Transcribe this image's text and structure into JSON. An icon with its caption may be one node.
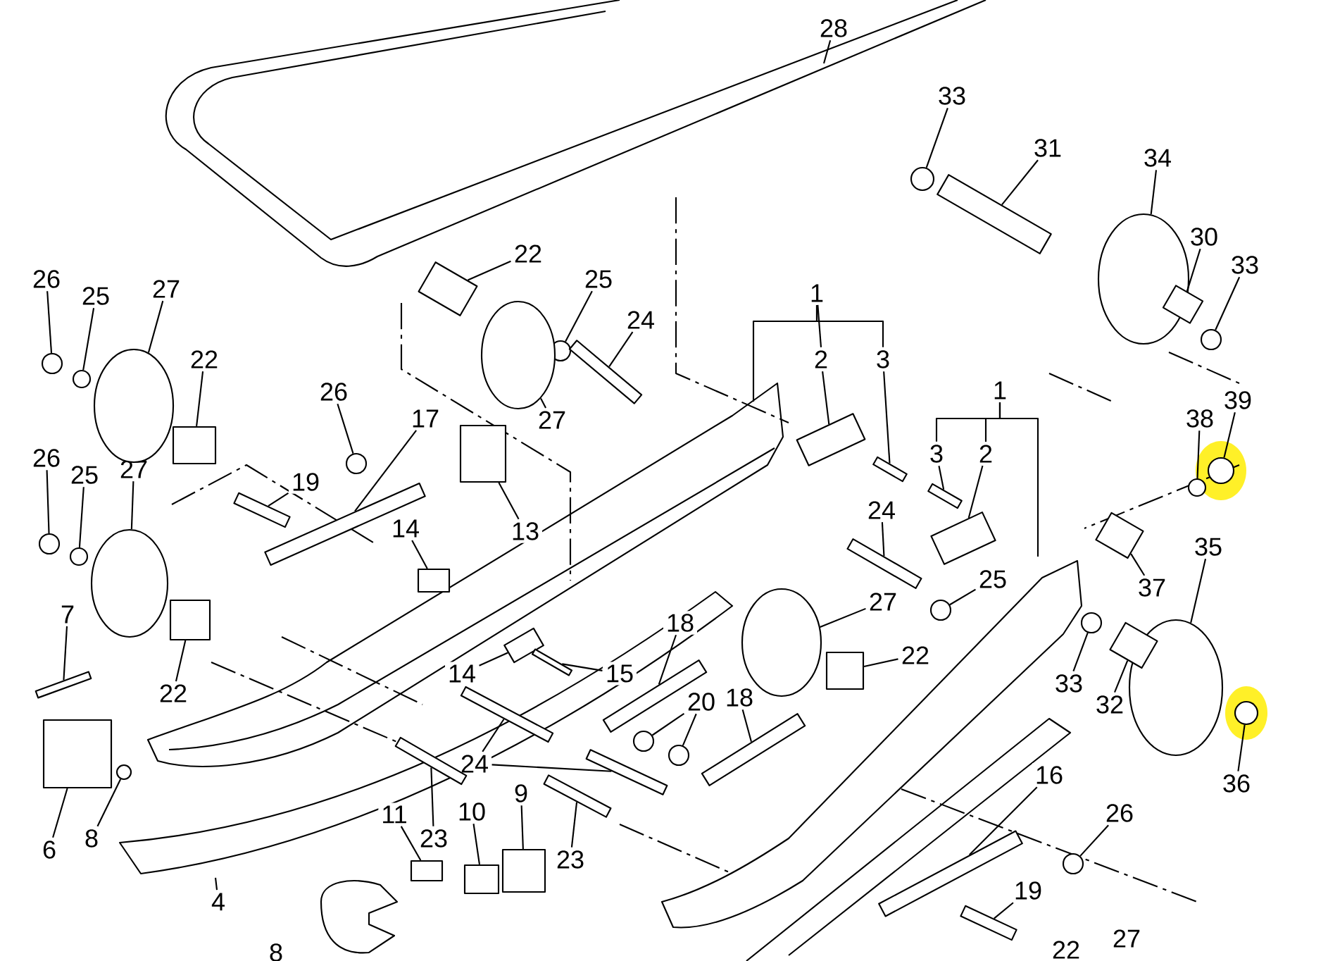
{
  "diagram": {
    "nodes": [
      {
        "text": [
          "28"
        ]
      },
      {
        "text": [
          "33"
        ]
      },
      {
        "text": [
          "31"
        ]
      },
      {
        "text": [
          "34"
        ]
      },
      {
        "text": [
          "30"
        ]
      },
      {
        "text": [
          "22"
        ]
      },
      {
        "text": [
          "33"
        ]
      },
      {
        "text": [
          "26"
        ]
      },
      {
        "text": [
          "25"
        ]
      },
      {
        "text": [
          "27"
        ]
      },
      {
        "text": [
          "1"
        ]
      },
      {
        "text": [
          "25"
        ]
      },
      {
        "text": [
          "24"
        ]
      },
      {
        "text": [
          "22"
        ]
      },
      {
        "text": [
          "2"
        ]
      },
      {
        "text": [
          "3"
        ]
      },
      {
        "text": [
          "1"
        ]
      },
      {
        "text": [
          "26"
        ]
      },
      {
        "text": [
          "39"
        ]
      },
      {
        "text": [
          "17"
        ]
      },
      {
        "text": [
          "27"
        ]
      },
      {
        "text": [
          "38"
        ]
      },
      {
        "text": [
          "3"
        ]
      },
      {
        "text": [
          "2"
        ]
      },
      {
        "text": [
          "26"
        ]
      },
      {
        "text": [
          "25"
        ]
      },
      {
        "text": [
          "27"
        ]
      },
      {
        "text": [
          "19"
        ]
      },
      {
        "text": [
          "24"
        ]
      },
      {
        "text": [
          "14"
        ]
      },
      {
        "text": [
          "13"
        ]
      },
      {
        "text": [
          "35"
        ]
      },
      {
        "text": [
          "25"
        ]
      },
      {
        "text": [
          "37"
        ]
      },
      {
        "text": [
          "27"
        ]
      },
      {
        "text": [
          "7"
        ]
      },
      {
        "text": [
          "18"
        ]
      },
      {
        "text": [
          "22"
        ]
      },
      {
        "text": [
          "14"
        ]
      },
      {
        "text": [
          "15"
        ]
      },
      {
        "text": [
          "33"
        ]
      },
      {
        "text": [
          "22"
        ]
      },
      {
        "text": [
          "20"
        ]
      },
      {
        "text": [
          "18"
        ]
      },
      {
        "text": [
          "32"
        ]
      },
      {
        "text": [
          "24"
        ]
      },
      {
        "text": [
          "16"
        ]
      },
      {
        "text": [
          "36"
        ]
      },
      {
        "text": [
          "9"
        ]
      },
      {
        "text": [
          "10"
        ]
      },
      {
        "text": [
          "11"
        ]
      },
      {
        "text": [
          "26"
        ]
      },
      {
        "text": [
          "8"
        ]
      },
      {
        "text": [
          "23"
        ]
      },
      {
        "text": [
          "6"
        ]
      },
      {
        "text": [
          "23"
        ]
      },
      {
        "text": [
          "19"
        ]
      },
      {
        "text": [
          "4"
        ]
      },
      {
        "text": [],
        "shape": "circle"
      },
      {
        "text": [],
        "shape": "bar"
      },
      {
        "text": [],
        "shape": "circle"
      },
      {
        "text": [],
        "shape": "box"
      },
      {
        "text": [],
        "shape": "box"
      },
      {
        "text": [],
        "shape": "circle"
      },
      {
        "text": [],
        "shape": "circle"
      },
      {
        "text": [],
        "shape": "circle"
      },
      {
        "text": [],
        "shape": "circle"
      },
      {
        "text": [],
        "shape": "circle"
      },
      {
        "text": [],
        "shape": "bar"
      },
      {
        "text": [],
        "shape": "box"
      },
      {
        "text": [],
        "shape": "box"
      },
      {
        "text": [],
        "shape": "bar"
      },
      {
        "text": [],
        "shape": "circle"
      },
      {
        "text": [],
        "shape": "circle"
      },
      {
        "text": [],
        "shape": "bar"
      },
      {
        "text": [],
        "shape": "circle"
      },
      {
        "text": [],
        "shape": "circle"
      },
      {
        "text": [],
        "shape": "bar"
      },
      {
        "text": [],
        "shape": "box"
      },
      {
        "text": [],
        "shape": "circle"
      },
      {
        "text": [],
        "shape": "circle"
      },
      {
        "text": [],
        "shape": "circle"
      },
      {
        "text": [],
        "shape": "bar"
      },
      {
        "text": [],
        "shape": "bar"
      },
      {
        "text": [],
        "shape": "box"
      },
      {
        "text": [],
        "shape": "box"
      },
      {
        "text": [],
        "shape": "circle"
      },
      {
        "text": [],
        "shape": "circle"
      },
      {
        "text": [],
        "shape": "box"
      },
      {
        "text": [],
        "shape": "circle"
      },
      {
        "text": [],
        "shape": "bar"
      },
      {
        "text": [],
        "shape": "bar"
      },
      {
        "text": [],
        "shape": "box"
      },
      {
        "text": [],
        "shape": "box"
      },
      {
        "text": [],
        "shape": "bar"
      },
      {
        "text": [],
        "shape": "circle"
      },
      {
        "text": [],
        "shape": "box"
      },
      {
        "text": [],
        "shape": "circle"
      },
      {
        "text": [],
        "shape": "circle"
      },
      {
        "text": [],
        "shape": "bar"
      },
      {
        "text": [],
        "shape": "box"
      },
      {
        "text": [],
        "shape": "bar"
      },
      {
        "text": [],
        "shape": "bar"
      },
      {
        "text": [],
        "shape": "bar"
      },
      {
        "text": [],
        "shape": "circle"
      },
      {
        "text": [],
        "shape": "box"
      },
      {
        "text": [],
        "shape": "box"
      },
      {
        "text": [],
        "shape": "box"
      },
      {
        "text": [],
        "shape": "circle"
      },
      {
        "text": [],
        "shape": "circle"
      },
      {
        "text": [],
        "shape": "bar"
      },
      {
        "text": [],
        "shape": "box"
      },
      {
        "text": [],
        "shape": "bar"
      },
      {
        "text": [],
        "shape": "bar"
      }
    ],
    "edges": [
      {
        "from": 0,
        "to": null,
        "arrow": "none"
      },
      {
        "from": 1,
        "to": 58,
        "arrow": "none"
      },
      {
        "from": 2,
        "to": 59,
        "arrow": "none"
      },
      {
        "from": 3,
        "to": 60,
        "arrow": "none"
      },
      {
        "from": 4,
        "to": 61,
        "arrow": "none"
      },
      {
        "from": 5,
        "to": 62,
        "arrow": "none"
      },
      {
        "from": 6,
        "to": 63,
        "arrow": "none"
      },
      {
        "from": 7,
        "to": 64,
        "arrow": "none"
      },
      {
        "from": 8,
        "to": 65,
        "arrow": "none"
      },
      {
        "from": 9,
        "to": 66,
        "arrow": "none"
      },
      {
        "from": 10,
        "to": 14,
        "arrow": "none"
      },
      {
        "from": 10,
        "to": 15,
        "arrow": "none"
      },
      {
        "from": 10,
        "to": null,
        "arrow": "none"
      },
      {
        "from": 11,
        "to": 67,
        "arrow": "none"
      },
      {
        "from": 12,
        "to": 68,
        "arrow": "none"
      },
      {
        "from": 13,
        "to": 69,
        "arrow": "none"
      },
      {
        "from": 14,
        "to": 70,
        "arrow": "none"
      },
      {
        "from": 15,
        "to": 71,
        "arrow": "none"
      },
      {
        "from": 16,
        "to": 22,
        "arrow": "none"
      },
      {
        "from": 16,
        "to": 23,
        "arrow": "none"
      },
      {
        "from": 16,
        "to": null,
        "arrow": "none"
      },
      {
        "from": 17,
        "to": 72,
        "arrow": "none"
      },
      {
        "from": 18,
        "to": 73,
        "arrow": "none"
      },
      {
        "from": 19,
        "to": 74,
        "arrow": "none"
      },
      {
        "from": 20,
        "to": 75,
        "arrow": "none"
      },
      {
        "from": 21,
        "to": 76,
        "arrow": "none"
      },
      {
        "from": 22,
        "to": 77,
        "arrow": "none"
      },
      {
        "from": 23,
        "to": 78,
        "arrow": "none"
      },
      {
        "from": 24,
        "to": 79,
        "arrow": "none"
      },
      {
        "from": 25,
        "to": 80,
        "arrow": "none"
      },
      {
        "from": 26,
        "to": 81,
        "arrow": "none"
      },
      {
        "from": 27,
        "to": 82,
        "arrow": "none"
      },
      {
        "from": 28,
        "to": 83,
        "arrow": "none"
      },
      {
        "from": 29,
        "to": 84,
        "arrow": "none"
      },
      {
        "from": 30,
        "to": 85,
        "arrow": "none"
      },
      {
        "from": 31,
        "to": 86,
        "arrow": "none"
      },
      {
        "from": 32,
        "to": 87,
        "arrow": "none"
      },
      {
        "from": 33,
        "to": 88,
        "arrow": "none"
      },
      {
        "from": 34,
        "to": 89,
        "arrow": "none"
      },
      {
        "from": 35,
        "to": 90,
        "arrow": "none"
      },
      {
        "from": 36,
        "to": 91,
        "arrow": "none"
      },
      {
        "from": 37,
        "to": 92,
        "arrow": "none"
      },
      {
        "from": 38,
        "to": 93,
        "arrow": "none"
      },
      {
        "from": 39,
        "to": 94,
        "arrow": "none"
      },
      {
        "from": 40,
        "to": 95,
        "arrow": "none"
      },
      {
        "from": 41,
        "to": 96,
        "arrow": "none"
      },
      {
        "from": 42,
        "to": 97,
        "arrow": "none"
      },
      {
        "from": 42,
        "to": 98,
        "arrow": "none"
      },
      {
        "from": 43,
        "to": 99,
        "arrow": "none"
      },
      {
        "from": 44,
        "to": 100,
        "arrow": "none"
      },
      {
        "from": 45,
        "to": 101,
        "arrow": "none"
      },
      {
        "from": 45,
        "to": 102,
        "arrow": "none"
      },
      {
        "from": 46,
        "to": 103,
        "arrow": "none"
      },
      {
        "from": 47,
        "to": 104,
        "arrow": "none"
      },
      {
        "from": 48,
        "to": 105,
        "arrow": "none"
      },
      {
        "from": 49,
        "to": 106,
        "arrow": "none"
      },
      {
        "from": 50,
        "to": 107,
        "arrow": "none"
      },
      {
        "from": 51,
        "to": 108,
        "arrow": "none"
      },
      {
        "from": 52,
        "to": 109,
        "arrow": "none"
      },
      {
        "from": 53,
        "to": 110,
        "arrow": "none"
      },
      {
        "from": 54,
        "to": 111,
        "arrow": "none"
      },
      {
        "from": 55,
        "to": 112,
        "arrow": "none"
      },
      {
        "from": 56,
        "to": 113,
        "arrow": "none"
      },
      {
        "from": 57,
        "to": null,
        "arrow": "none"
      }
    ],
    "labels": [
      "22",
      "27",
      "8"
    ]
  }
}
